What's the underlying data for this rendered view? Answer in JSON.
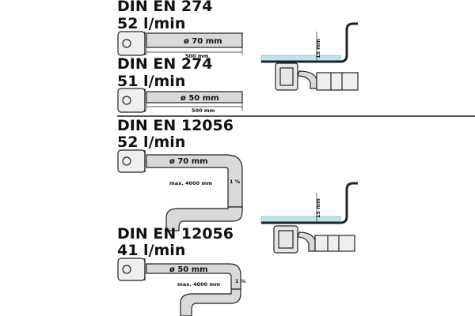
{
  "sections": [
    {
      "standard": "DIN EN 274",
      "flow": "52 l/min",
      "diameter": "ø 70 mm",
      "length": "500 mm"
    },
    {
      "standard": "DIN EN 274",
      "flow": "51 l/min",
      "diameter": "ø 50 mm",
      "length": "500 mm"
    },
    {
      "standard": "DIN EN 12056",
      "flow": "52 l/min",
      "diameter": "ø 70 mm",
      "length": "max. 4000 mm",
      "slope": "1 %"
    },
    {
      "standard": "DIN EN 12056",
      "flow": "41 l/min",
      "diameter": "ø 50 mm",
      "length": "max. 4000 mm",
      "slope": "1 %"
    }
  ],
  "illustrations": [
    {
      "water_level": "15 mm"
    },
    {
      "water_level": "15 mm"
    }
  ],
  "colors": {
    "pipe_fill": "#d9d9d9",
    "water": "#bfe3ea",
    "line": "#222222"
  }
}
